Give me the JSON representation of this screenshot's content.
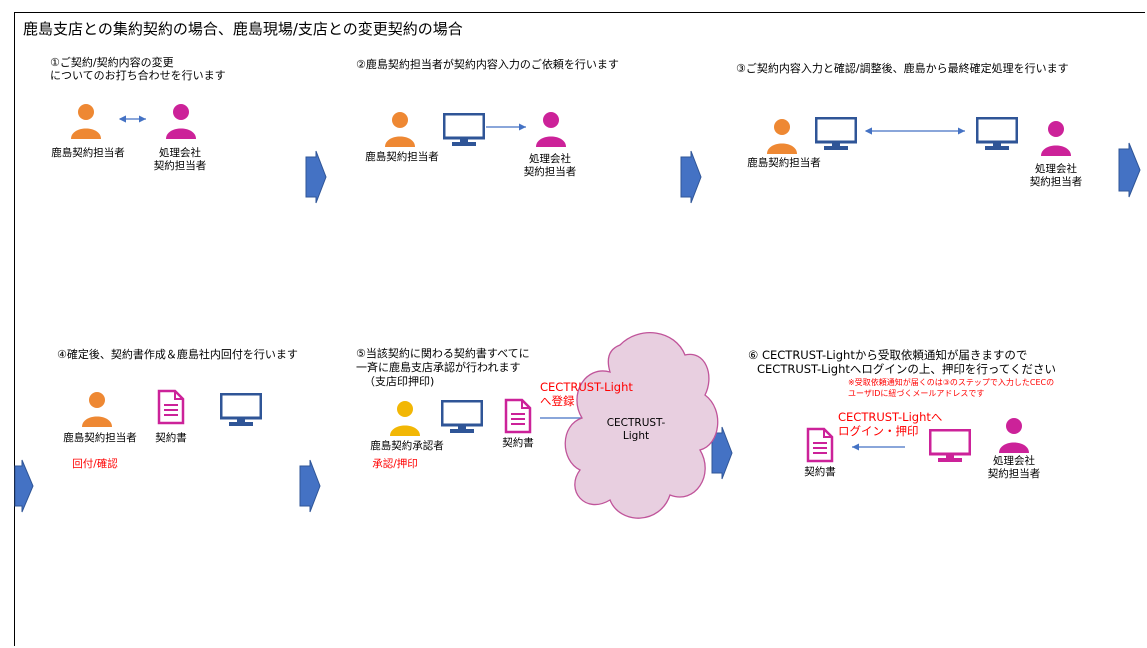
{
  "title": "鹿島支店との集約契約の場合、鹿島現場/支店との変更契約の場合",
  "colors": {
    "orange": "#ee8833",
    "magenta": "#cc2299",
    "gold": "#f2b705",
    "blue": "#4472c4",
    "monitor_fill": "#ffffff",
    "pink_monitor": "#cc2299",
    "cloud_fill": "#e8cfe0",
    "cloud_stroke": "#c0549a",
    "red": "#ff0000"
  },
  "step1": {
    "text_line1": "①ご契約/契約内容の変更",
    "text_line2": "についてのお打ち合わせを行います",
    "person_a": "鹿島契約担当者",
    "person_b_line1": "処理会社",
    "person_b_line2": "契約担当者"
  },
  "step2": {
    "text": "②鹿島契約担当者が契約内容入力のご依頼を行います",
    "person_a": "鹿島契約担当者",
    "person_b_line1": "処理会社",
    "person_b_line2": "契約担当者"
  },
  "step3": {
    "text": "③ご契約内容入力と確認/調整後、鹿島から最終確定処理を行います",
    "person_a": "鹿島契約担当者",
    "person_b_line1": "処理会社",
    "person_b_line2": "契約担当者"
  },
  "step4": {
    "text": "④確定後、契約書作成＆鹿島社内回付を行います",
    "person_a": "鹿島契約担当者",
    "doc": "契約書",
    "action": "回付/確認"
  },
  "step5": {
    "text_line1": "⑤当該契約に関わる契約書すべてに",
    "text_line2": "一斉に鹿島支店承認が行われます",
    "text_line3": "（支店印押印)",
    "person_a": "鹿島契約承認者",
    "doc": "契約書",
    "action": "承認/押印",
    "register_line1": "CECTRUST-Light",
    "register_line2": "へ登録",
    "cloud_line1": "CECTRUST-",
    "cloud_line2": "Light"
  },
  "step6": {
    "text_line1": "⑥ CECTRUST-Lightから受取依頼通知が届きますので",
    "text_line2": "CECTRUST-Lightへログインの上、押印を行ってください",
    "note_line1": "※受取依頼通知が届くのは③のステップで入力したCECの",
    "note_line2": "ユーザIDに紐づくメールアドレスです",
    "login_line1": "CECTRUST-Lightへ",
    "login_line2": "ログイン・押印",
    "doc": "契約書",
    "person_b_line1": "処理会社",
    "person_b_line2": "契約担当者"
  },
  "icons": [
    "person-icon",
    "monitor-icon",
    "document-icon",
    "cloud-icon",
    "chevron-arrow-icon"
  ]
}
